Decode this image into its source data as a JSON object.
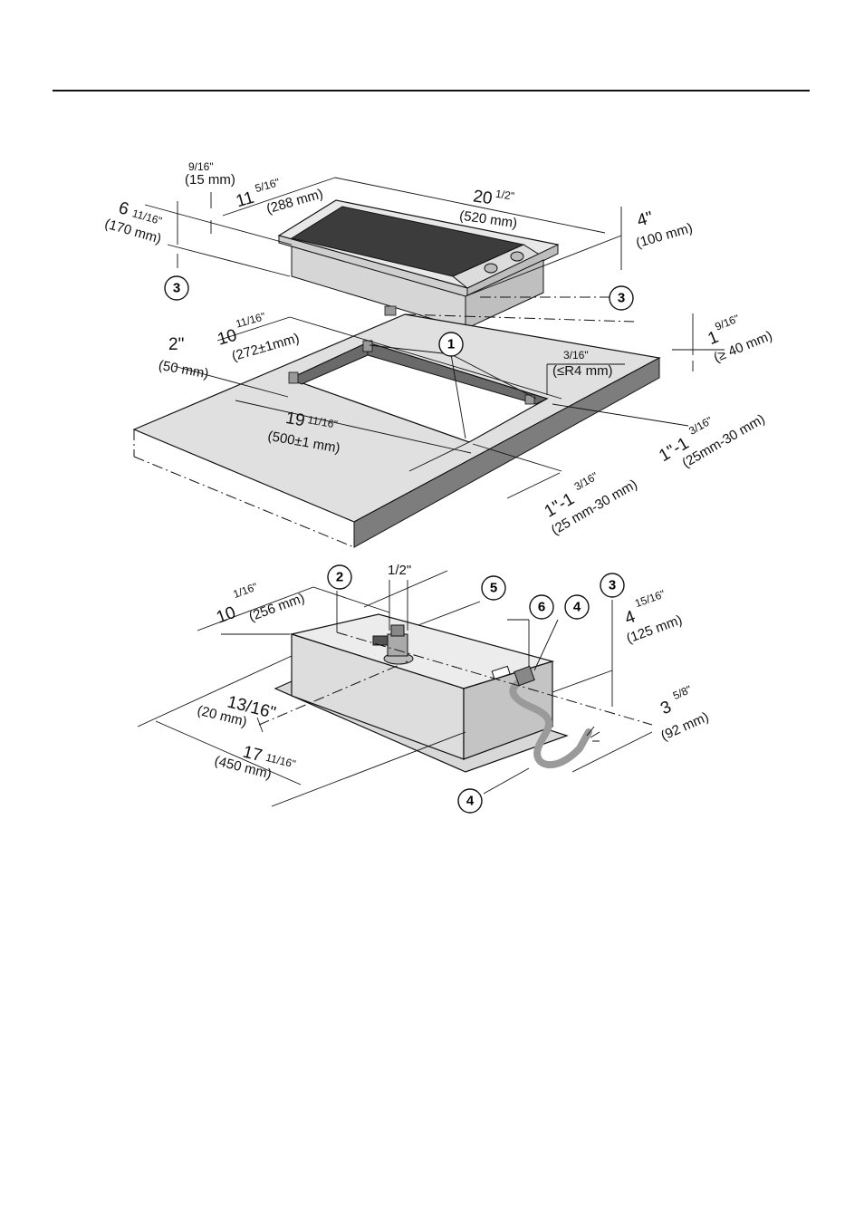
{
  "dimensions": {
    "top_height_9_16": "9/16\"",
    "top_height_15mm": "(15 mm)",
    "depth_11_5_16_a": "11",
    "depth_11_5_16_b": "5/16\"",
    "depth_288mm": "(288 mm)",
    "width_20_1_2_a": "20",
    "width_20_1_2_b": "1/2\"",
    "width_520mm": "(520 mm)",
    "height_6_11_16_a": "6",
    "height_6_11_16_b": "11/16\"",
    "height_170mm": "(170 mm)",
    "height_4": "4\"",
    "height_100mm": "(100 mm)",
    "cut_10_11_16_a": "10",
    "cut_10_11_16_b": "11/16\"",
    "cut_272mm": "(272±1mm)",
    "dist_2in": "2\"",
    "dist_50mm": "(50 mm)",
    "cut_19_11_16_a": "19",
    "cut_19_11_16_b": "11/16\"",
    "cut_500mm": "(500±1 mm)",
    "radius_3_16": "3/16\"",
    "radius_r4": "(≤R4 mm)",
    "thick_1_9_16_a": "1",
    "thick_1_9_16_b": "9/16\"",
    "thick_40mm": "(≥ 40 mm)",
    "range_right_a": "1\"-1",
    "range_right_b": "3/16\"",
    "range_right_mm": "(25mm-30 mm)",
    "range_front_a": "1\"-1",
    "range_front_b": "3/16\"",
    "range_front_mm": "(25 mm-30 mm)",
    "under_10_1_16_a": "10",
    "under_10_1_16_b": "1/16\"",
    "under_256mm": "(256 mm)",
    "gas_1_2": "1/2\"",
    "under_4_15_16_a": "4",
    "under_4_15_16_b": "15/16\"",
    "under_125mm": "(125 mm)",
    "under_13_16": "13/16\"",
    "under_20mm": "(20 mm)",
    "under_3_5_8_a": "3",
    "under_3_5_8_b": "5/8\"",
    "under_92mm": "(92 mm)",
    "under_17_11_16_a": "17",
    "under_17_11_16_b": "11/16\"",
    "under_450mm": "(450 mm)"
  },
  "callouts": {
    "c1": "1",
    "c2": "2",
    "c3a": "3",
    "c3b": "3",
    "c3c": "3",
    "c4a": "4",
    "c4b": "4",
    "c5": "5",
    "c6": "6"
  }
}
